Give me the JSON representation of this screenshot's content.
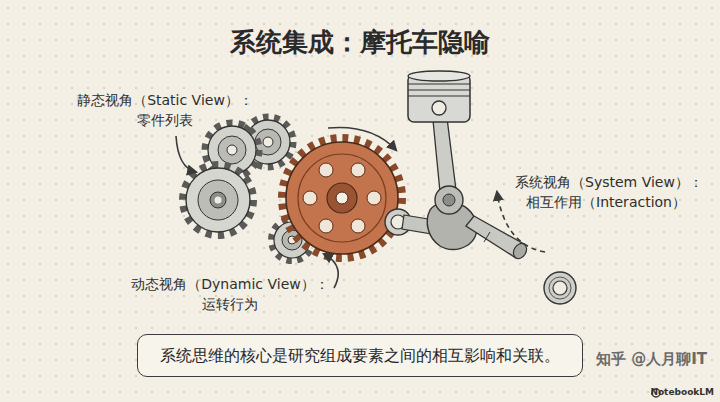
{
  "diagram": {
    "title": "系统集成：摩托车隐喻",
    "caption": "系统思维的核心是研究组成要素之间的相互影响和关联。",
    "labels": [
      "静态视角（Static View）：",
      "零件列表",
      "系统视角（System View）：",
      "相互作用（Interaction）",
      "动态视角（Dynamic View）：",
      "运转行为",
      "知乎 @人月聊IT",
      "NotebookLM"
    ]
  }
}
